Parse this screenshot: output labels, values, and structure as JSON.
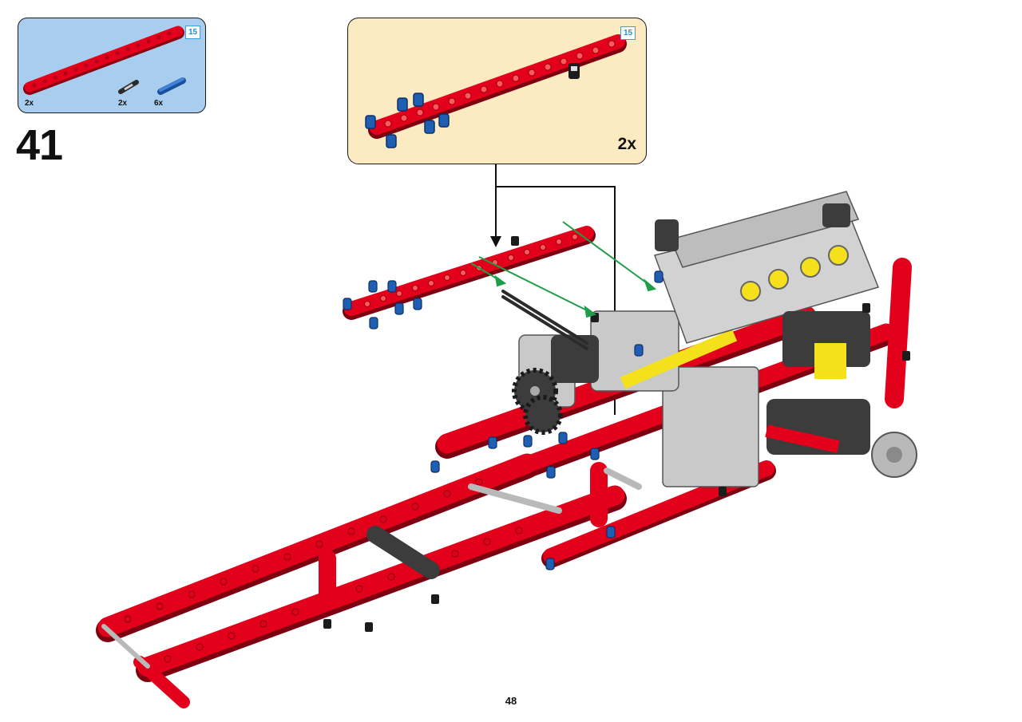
{
  "parts_list": {
    "callout_badge": "15",
    "items": [
      {
        "name": "red-beam-15",
        "quantity": "2x",
        "icon": "red-liftarm-icon"
      },
      {
        "name": "black-axle-pin",
        "quantity": "2x",
        "icon": "black-pin-icon"
      },
      {
        "name": "blue-pin",
        "quantity": "6x",
        "icon": "blue-pin-icon"
      }
    ]
  },
  "step": {
    "number": "41"
  },
  "subassembly": {
    "callout_badge": "15",
    "multiplier": "2x"
  },
  "page": {
    "number": "48"
  },
  "colors": {
    "parts_bg": "#a8cdee",
    "sub_bg": "#fcebc2",
    "beam_red": "#e3001b",
    "pin_blue": "#1f5fb3",
    "arrow_green": "#1f9e4a",
    "gray": "#b9b9b9",
    "dark": "#3c3c3c",
    "yellow": "#f5e11b"
  }
}
